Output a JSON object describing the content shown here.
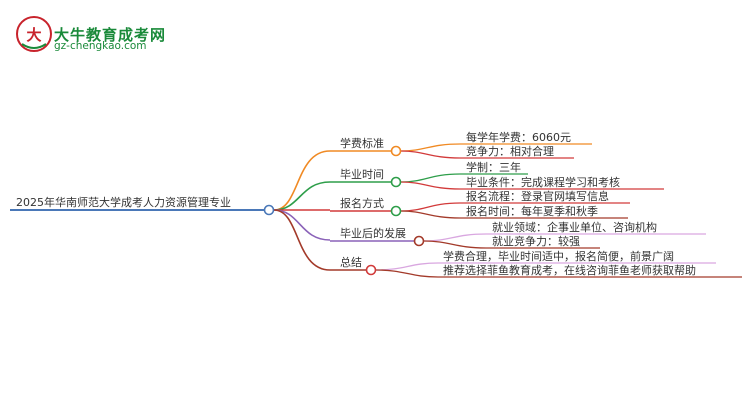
{
  "logo": {
    "name": "大牛教育成考网",
    "url": "gz-chengkao.com"
  },
  "colors": {
    "root_line": "#4a78b8",
    "orange": "#f08a24",
    "green": "#2e9e4a",
    "red": "#d23a3a",
    "purple": "#8a62b8",
    "darkred": "#a33a2a"
  },
  "mindmap": {
    "root": "2025年华南师范大学成考人力资源管理专业",
    "branches": [
      {
        "label": "学费标准",
        "children": [
          "每学年学费：6060元",
          "竞争力：相对合理"
        ]
      },
      {
        "label": "毕业时间",
        "children": [
          "学制：三年",
          "毕业条件：完成课程学习和考核"
        ]
      },
      {
        "label": "报名方式",
        "children": [
          "报名流程：登录官网填写信息",
          "报名时间：每年夏季和秋季"
        ]
      },
      {
        "label": "毕业后的发展",
        "children": [
          "就业领域：企事业单位、咨询机构",
          "就业竞争力：较强"
        ]
      },
      {
        "label": "总结",
        "children": [
          "学费合理，毕业时间适中，报名简便，前景广阔",
          "推荐选择菲鱼教育成考，在线咨询菲鱼老师获取帮助"
        ]
      }
    ]
  }
}
